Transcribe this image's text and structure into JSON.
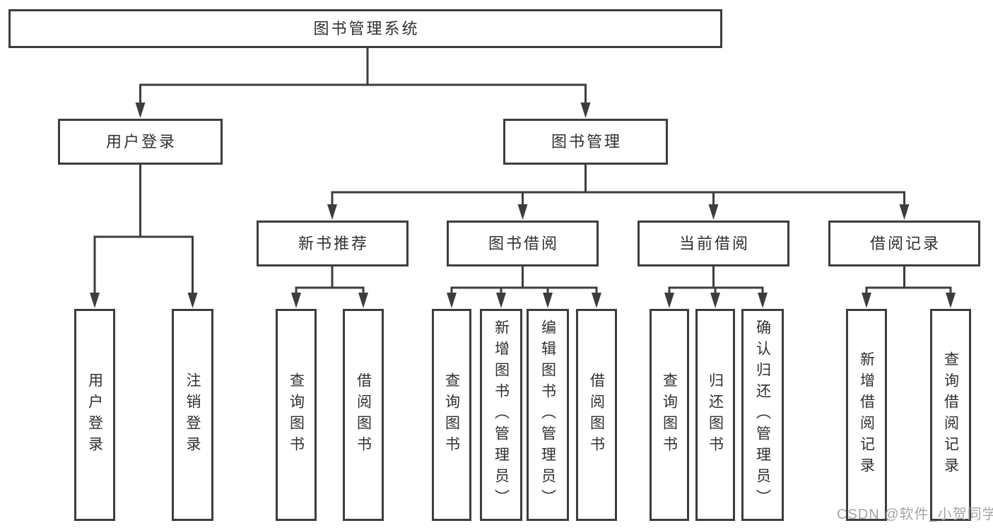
{
  "diagram_title": "图书管理系统",
  "nodes": {
    "root": "图书管理系统",
    "user_login": "用户登录",
    "book_mgmt": "图书管理",
    "new_book_rec": "新书推荐",
    "book_borrow": "图书借阅",
    "current_borrow": "当前借阅",
    "borrow_record": "借阅记录",
    "ul_user_login": "用户登录",
    "ul_logout": "注销登录",
    "nr_query_book": "查询图书",
    "nr_borrow_book": "借阅图书",
    "bb_query_book": "查询图书",
    "bb_add_book": "新增图书（管理员）",
    "bb_edit_book": "编辑图书（管理员）",
    "bb_borrow_book": "借阅图书",
    "cb_query_book": "查询图书",
    "cb_return_book": "归还图书",
    "cb_confirm_return": "确认归还（管理员）",
    "br_add_record": "新增借阅记录",
    "br_query_record": "查询借阅记录"
  },
  "hierarchy": {
    "root": [
      "user_login",
      "book_mgmt"
    ],
    "user_login": [
      "ul_user_login",
      "ul_logout"
    ],
    "book_mgmt": [
      "new_book_rec",
      "book_borrow",
      "current_borrow",
      "borrow_record"
    ],
    "new_book_rec": [
      "nr_query_book",
      "nr_borrow_book"
    ],
    "book_borrow": [
      "bb_query_book",
      "bb_add_book",
      "bb_edit_book",
      "bb_borrow_book"
    ],
    "current_borrow": [
      "cb_query_book",
      "cb_return_book",
      "cb_confirm_return"
    ],
    "borrow_record": [
      "br_add_record",
      "br_query_record"
    ]
  },
  "colors": {
    "line": "#3d3d3d",
    "box_background": "#ffffff",
    "text": "#303030",
    "watermark": "#a19fa1"
  },
  "watermark": "CSDN @软件_小贺同学"
}
